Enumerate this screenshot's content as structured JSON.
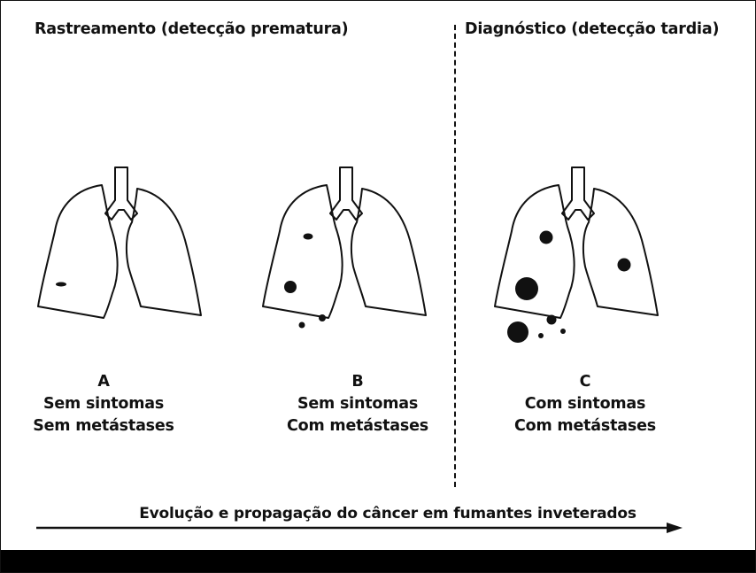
{
  "headings": {
    "screening": "Rastreamento (detecção prematura)",
    "diagnosis": "Diagnóstico (detecção tardia)"
  },
  "panels": [
    {
      "letter": "A",
      "symptoms": "Sem sintomas",
      "metastases": "Sem metástases"
    },
    {
      "letter": "B",
      "symptoms": "Sem sintomas",
      "metastases": "Com metástases"
    },
    {
      "letter": "C",
      "symptoms": "Com sintomas",
      "metastases": "Com metástases"
    }
  ],
  "timeline": {
    "label": "Evolução e propagação do câncer em fumantes inveterados"
  },
  "colors": {
    "ink": "#111111",
    "background": "#ffffff",
    "footer": "#000000"
  }
}
